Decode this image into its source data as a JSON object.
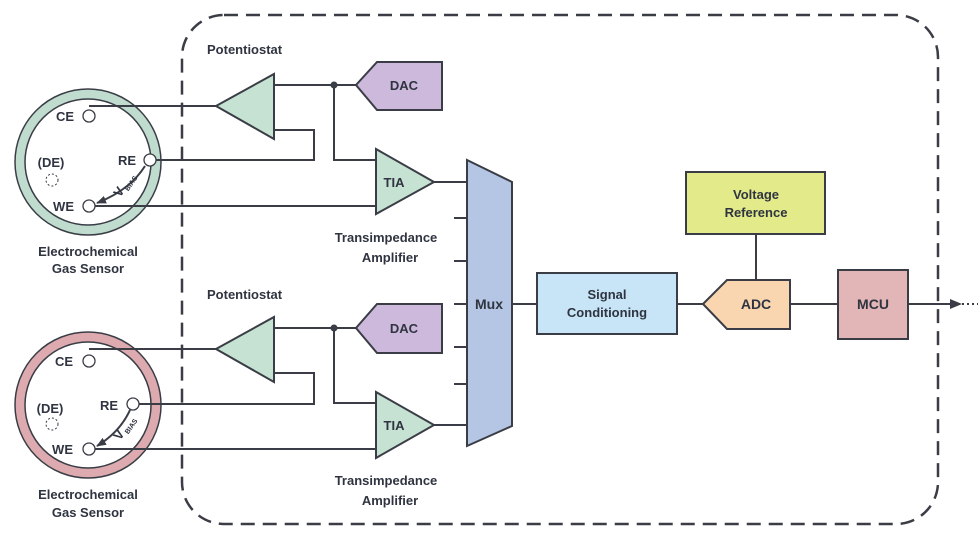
{
  "diagram": {
    "title": "Electrochemical gas sensor signal chain",
    "colors": {
      "sensor1_ring": "#bfdccf",
      "sensor2_ring": "#dcaaaf",
      "amp": "#c6e2d2",
      "dac": "#cdb9dc",
      "mux": "#b4c6e4",
      "signal_conditioning": "#c7e5f6",
      "voltage_reference": "#e2ea8a",
      "adc": "#f9d6b0",
      "mcu": "#e2b5b7",
      "line": "#3a3d45"
    },
    "channels": [
      {
        "potentiostat_label": "Potentiostat",
        "dac_label": "DAC",
        "tia_label": "TIA",
        "tia_caption_line1": "Transimpedance",
        "tia_caption_line2": "Amplifier",
        "sensor": {
          "caption_line1": "Electrochemical",
          "caption_line2": "Gas Sensor",
          "electrodes": {
            "ce": "CE",
            "re": "RE",
            "de": "(DE)",
            "we": "WE"
          },
          "vbias_main": "V",
          "vbias_sub": "BIAS"
        }
      },
      {
        "potentiostat_label": "Potentiostat",
        "dac_label": "DAC",
        "tia_label": "TIA",
        "tia_caption_line1": "Transimpedance",
        "tia_caption_line2": "Amplifier",
        "sensor": {
          "caption_line1": "Electrochemical",
          "caption_line2": "Gas Sensor",
          "electrodes": {
            "ce": "CE",
            "re": "RE",
            "de": "(DE)",
            "we": "WE"
          },
          "vbias_main": "V",
          "vbias_sub": "BIAS"
        }
      }
    ],
    "mux_label": "Mux",
    "signal_conditioning_line1": "Signal",
    "signal_conditioning_line2": "Conditioning",
    "voltage_reference_line1": "Voltage",
    "voltage_reference_line2": "Reference",
    "adc_label": "ADC",
    "mcu_label": "MCU"
  }
}
